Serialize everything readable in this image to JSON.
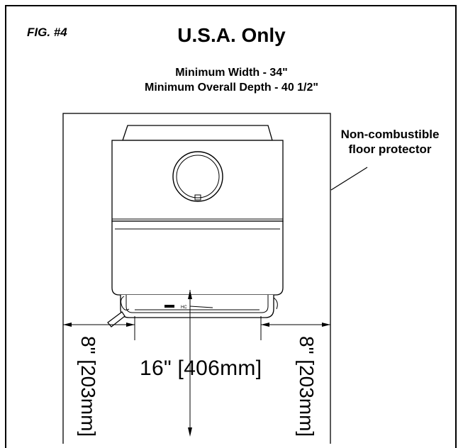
{
  "figure": {
    "label": "FIG. #4",
    "title": "U.S.A. Only",
    "requirements": {
      "min_width": "Minimum Width - 34\"",
      "min_depth": "Minimum Overall Depth - 40 1/2\""
    },
    "floor_protector": {
      "line1": "Non-combustible",
      "line2": "floor protector"
    },
    "dimensions": {
      "center": "16\" [406mm]",
      "left": "8\" [203mm]",
      "right": "8\" [203mm]"
    },
    "stove_labels": {
      "plate_text": "HC"
    }
  }
}
